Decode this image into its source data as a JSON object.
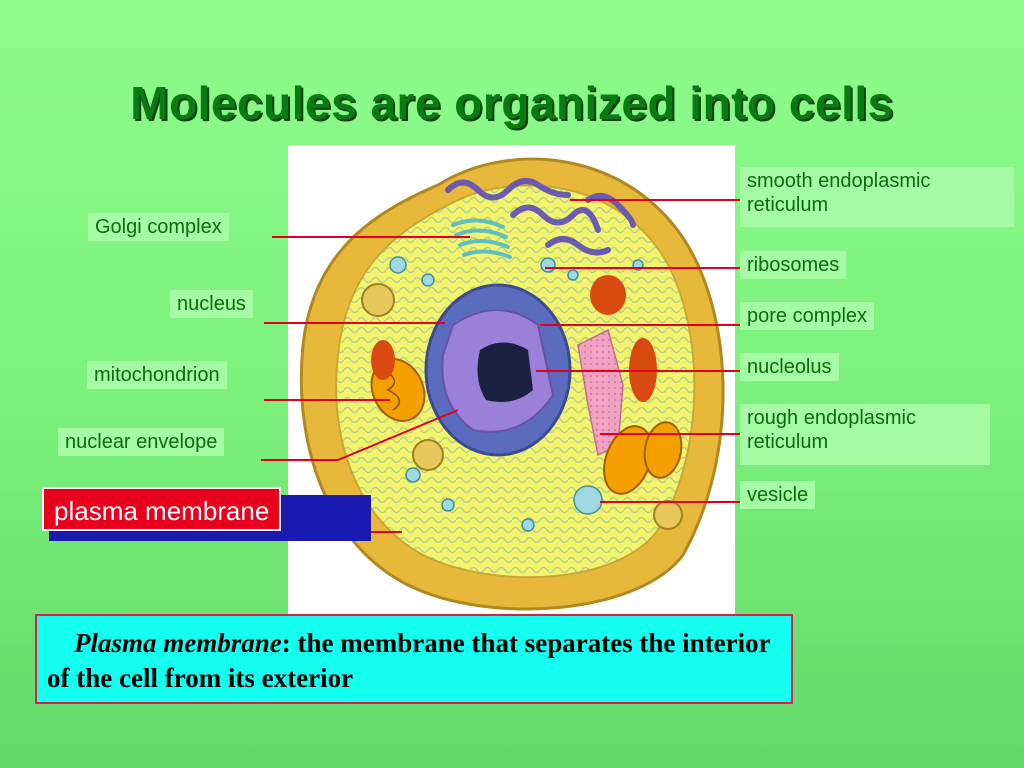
{
  "title": "Molecules are organized into cells",
  "labels": {
    "smooth_er_line1": "smooth endoplasmic",
    "smooth_er_line2": "reticulum",
    "golgi": "Golgi complex",
    "ribosomes": "ribosomes",
    "nucleus": "nucleus",
    "pore_complex": "pore complex",
    "mitochondrion": "mitochondrion",
    "nucleolus": "nucleolus",
    "rough_er_line1": "rough endoplasmic",
    "rough_er_line2": "reticulum",
    "nuclear_envelope": "nuclear envelope",
    "vesicle": "vesicle",
    "plasma_membrane": "plasma membrane"
  },
  "definition": {
    "term": "Plasma membrane",
    "separator": ":",
    "text": " the membrane that separates the interior of the cell from its exterior"
  },
  "colors": {
    "background": "#7af07a",
    "title": "#0a7a12",
    "label_bg": "#a6fca4",
    "label_text": "#0b6a12",
    "leader_line": "#e00020",
    "highlight_red": "#e8001c",
    "highlight_shadow": "#1a1ab0",
    "definition_bg": "#14fff0",
    "cell_wall": "#e8b83a",
    "cytoplasm": "#f4f46c",
    "nucleus_envelope": "#5a6cc0",
    "nucleus_inner": "#9a80d8",
    "nucleolus": "#1a2040"
  }
}
